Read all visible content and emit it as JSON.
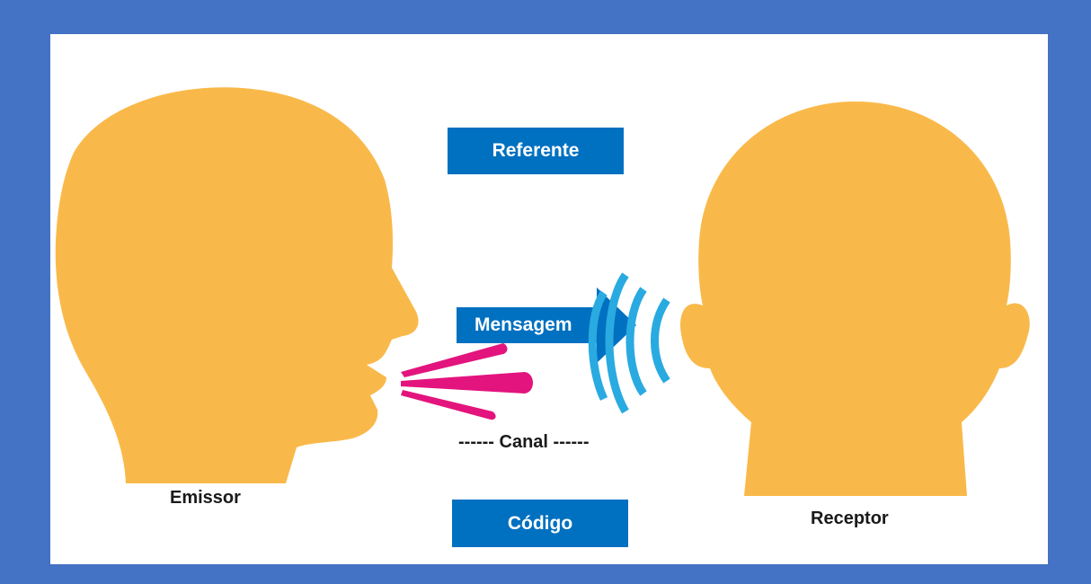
{
  "diagram": {
    "referente": "Referente",
    "mensagem": "Mensagem",
    "canal": "------ Canal ------",
    "codigo": "Código",
    "emissor": "Emissor",
    "receptor": "Receptor"
  },
  "colors": {
    "frame": "#4472c4",
    "background": "#ffffff",
    "head": "#f9b94a",
    "box": "#0070c0",
    "speech": "#e3147d",
    "waves": "#29aae1"
  }
}
